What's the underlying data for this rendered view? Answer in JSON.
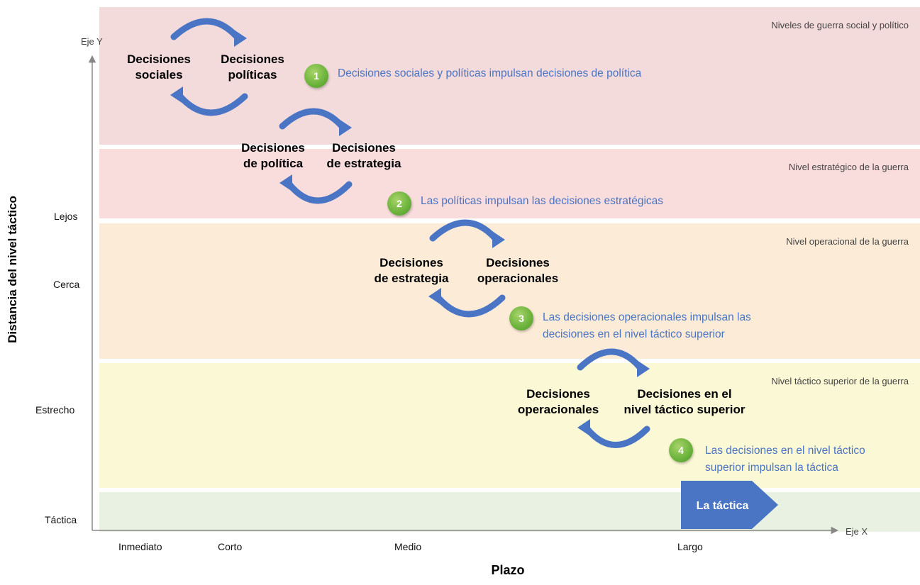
{
  "levels": {
    "social": "Niveles de guerra social y político",
    "strategic": "Nivel estratégico de la guerra",
    "operational": "Nivel operacional de la guerra",
    "upper_tactical": "Nivel táctico superior de la guerra"
  },
  "axes": {
    "y_axis_label": "Eje Y",
    "x_axis_label": "Eje X",
    "y_title": "Distancia del nivel táctico",
    "x_title": "Plazo",
    "y_ticks": [
      "Lejos",
      "Cerca",
      "Estrecho",
      "Táctica"
    ],
    "x_ticks": [
      "Inmediato",
      "Corto",
      "Medio",
      "Largo"
    ]
  },
  "cycles": [
    {
      "left": [
        "Decisiones",
        "sociales"
      ],
      "right": [
        "Decisiones",
        "políticas"
      ]
    },
    {
      "left": [
        "Decisiones",
        "de política"
      ],
      "right": [
        "Decisiones",
        "de estrategia"
      ]
    },
    {
      "left": [
        "Decisiones",
        "de estrategia"
      ],
      "right": [
        "Decisiones",
        "operacionales"
      ]
    },
    {
      "left": [
        "Decisiones",
        "operacionales"
      ],
      "right": [
        "Decisiones en el",
        "nivel táctico superior"
      ]
    }
  ],
  "steps": [
    {
      "number": "1",
      "lines": [
        "Decisiones sociales y políticas impulsan decisiones de política"
      ]
    },
    {
      "number": "2",
      "lines": [
        "Las políticas impulsan las decisiones estratégicas"
      ]
    },
    {
      "number": "3",
      "lines": [
        "Las decisiones operacionales impulsan las",
        "decisiones en el nivel táctico superior"
      ]
    },
    {
      "number": "4",
      "lines": [
        "Las decisiones en el nivel táctico",
        "superior impulsan la táctica"
      ]
    }
  ],
  "tactic": "La táctica",
  "colors": {
    "arrow": "#4a74c4",
    "note_text": "#4a74c4",
    "badge": "#6fb53e",
    "axis": "#888888"
  }
}
